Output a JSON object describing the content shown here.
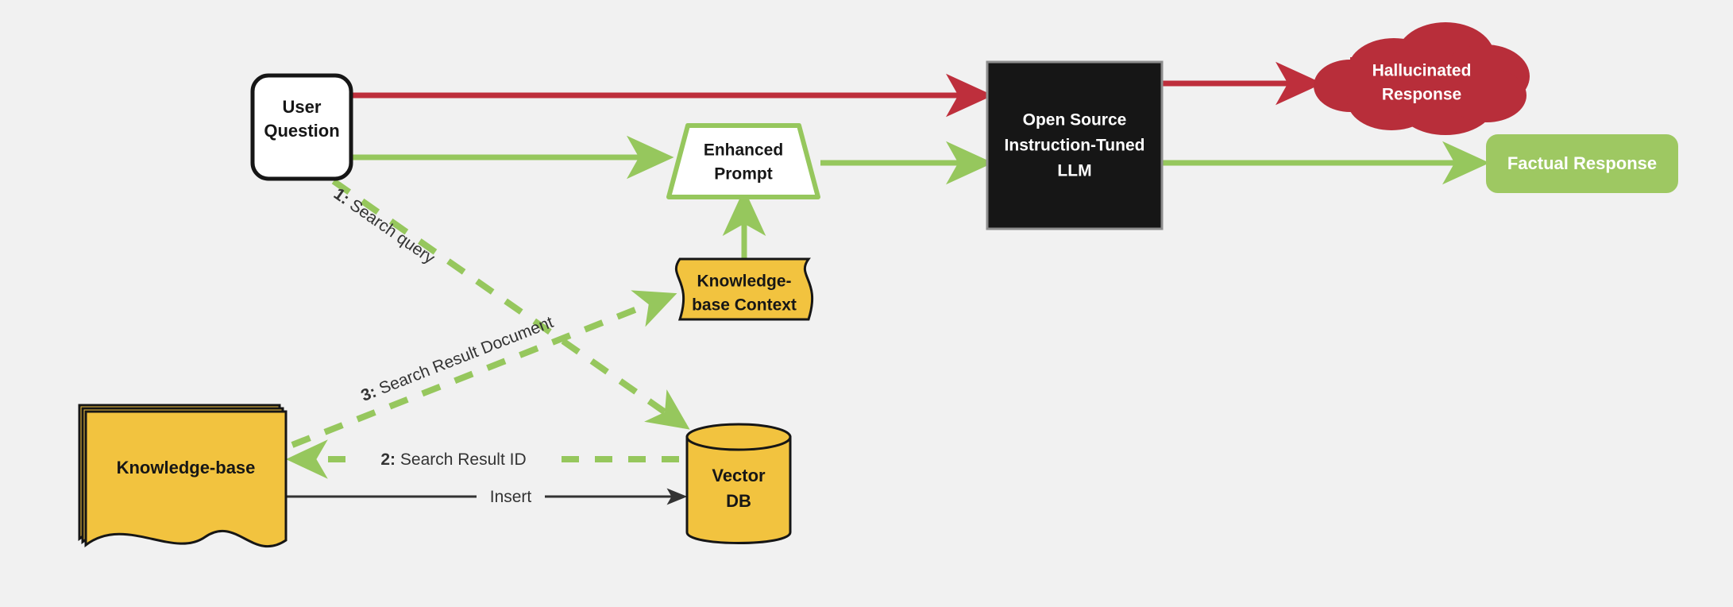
{
  "diagram": {
    "title": "RAG architecture flow",
    "background_color": "#f1f1f1",
    "colors": {
      "green": "#96c75d",
      "green_fill": "#9ec862",
      "red": "#be2f3c",
      "red_fill": "#b82e3a",
      "amber": "#f2c33f",
      "black": "#161616",
      "dark_line": "#333333",
      "white": "#ffffff"
    },
    "nodes": [
      {
        "id": "user-question",
        "shape": "rounded-rect",
        "lines": [
          "User",
          "Question"
        ],
        "fill": "#ffffff",
        "stroke": "#161616",
        "text_color": "#161616"
      },
      {
        "id": "enhanced-prompt",
        "shape": "trapezoid",
        "lines": [
          "Enhanced",
          "Prompt"
        ],
        "fill": "#ffffff",
        "stroke": "#96c75d",
        "text_color": "#161616"
      },
      {
        "id": "llm",
        "shape": "rect",
        "lines": [
          "Open Source",
          "Instruction-Tuned",
          "LLM"
        ],
        "fill": "#161616",
        "stroke": "#888888",
        "text_color": "#ffffff"
      },
      {
        "id": "hallucinated-response",
        "shape": "cloud",
        "lines": [
          "Hallucinated",
          "Response"
        ],
        "fill": "#b82e3a",
        "stroke": "#b82e3a",
        "text_color": "#ffffff"
      },
      {
        "id": "factual-response",
        "shape": "rounded-rect",
        "lines": [
          "Factual Response"
        ],
        "fill": "#9ec862",
        "stroke": "#9ec862",
        "text_color": "#ffffff"
      },
      {
        "id": "knowledge-base-context",
        "shape": "tape",
        "lines": [
          "Knowledge-",
          "base Context"
        ],
        "fill": "#f2c33f",
        "stroke": "#161616",
        "text_color": "#161616"
      },
      {
        "id": "knowledge-base",
        "shape": "multi-document",
        "lines": [
          "Knowledge-base"
        ],
        "fill": "#f2c33f",
        "stroke": "#161616",
        "text_color": "#161616"
      },
      {
        "id": "vector-db",
        "shape": "cylinder",
        "lines": [
          "Vector",
          "DB"
        ],
        "fill": "#f2c33f",
        "stroke": "#161616",
        "text_color": "#161616"
      }
    ],
    "edges": [
      {
        "id": "user-question-to-llm-red",
        "from": "user-question",
        "to": "llm",
        "style": "solid",
        "color": "#be2f3c",
        "label": ""
      },
      {
        "id": "user-question-to-enhanced-prompt",
        "from": "user-question",
        "to": "enhanced-prompt",
        "style": "solid",
        "color": "#96c75d",
        "label": ""
      },
      {
        "id": "enhanced-prompt-to-llm",
        "from": "enhanced-prompt",
        "to": "llm",
        "style": "solid",
        "color": "#96c75d",
        "label": ""
      },
      {
        "id": "llm-to-hallucinated-response",
        "from": "llm",
        "to": "hallucinated-response",
        "style": "solid",
        "color": "#be2f3c",
        "label": ""
      },
      {
        "id": "llm-to-factual-response",
        "from": "llm",
        "to": "factual-response",
        "style": "solid",
        "color": "#96c75d",
        "label": ""
      },
      {
        "id": "knowledge-base-context-to-enhanced-prompt",
        "from": "knowledge-base-context",
        "to": "enhanced-prompt",
        "style": "solid",
        "color": "#96c75d",
        "label": ""
      },
      {
        "id": "search-query",
        "from": "user-question",
        "to": "vector-db",
        "style": "dashed",
        "color": "#96c75d",
        "num": "1:",
        "label": " Search query"
      },
      {
        "id": "search-result-id",
        "from": "vector-db",
        "to": "knowledge-base",
        "style": "dashed",
        "color": "#96c75d",
        "num": "2:",
        "label": " Search Result ID"
      },
      {
        "id": "search-result-document",
        "from": "knowledge-base",
        "to": "knowledge-base-context",
        "style": "dashed",
        "color": "#96c75d",
        "num": "3:",
        "label": " Search Result Document"
      },
      {
        "id": "insert",
        "from": "knowledge-base",
        "to": "vector-db",
        "style": "solid",
        "color": "#333333",
        "num": "",
        "label": "Insert"
      }
    ]
  }
}
